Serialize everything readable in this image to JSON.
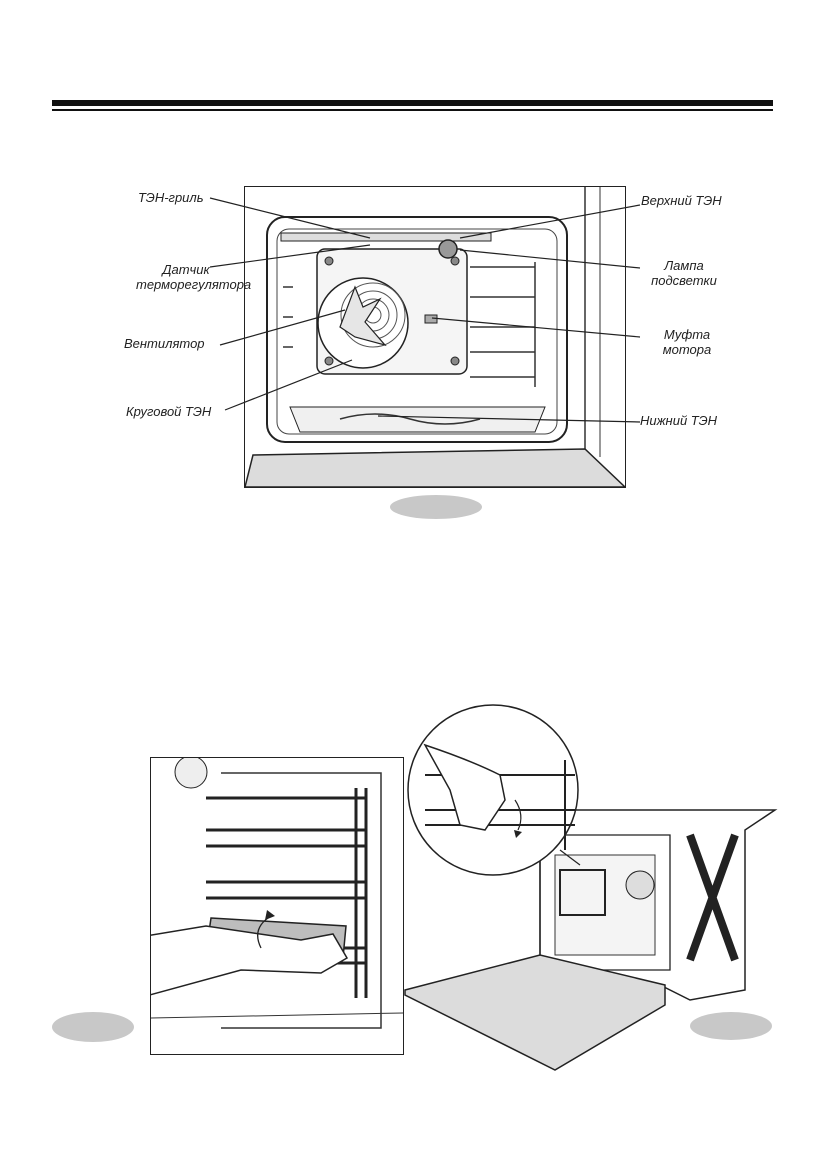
{
  "labels": {
    "grill_element": "ТЭН-гриль",
    "thermostat_sensor_line1": "Датчик",
    "thermostat_sensor_line2": "терморегулятора",
    "fan": "Вентилятор",
    "circular_element": "Круговой ТЭН",
    "top_element": "Верхний ТЭН",
    "lamp_line1": "Лампа",
    "lamp_line2": "подсветки",
    "motor_coupling_line1": "Муфта",
    "motor_coupling_line2": "мотора",
    "bottom_element": "Нижний ТЭН"
  },
  "figure_badges": {
    "fig1": "",
    "fig2": "",
    "fig3": ""
  },
  "colors": {
    "ink": "#1a1a1a",
    "badge_fill": "#c8c8c8",
    "panel_fill": "#dcdcdc"
  }
}
